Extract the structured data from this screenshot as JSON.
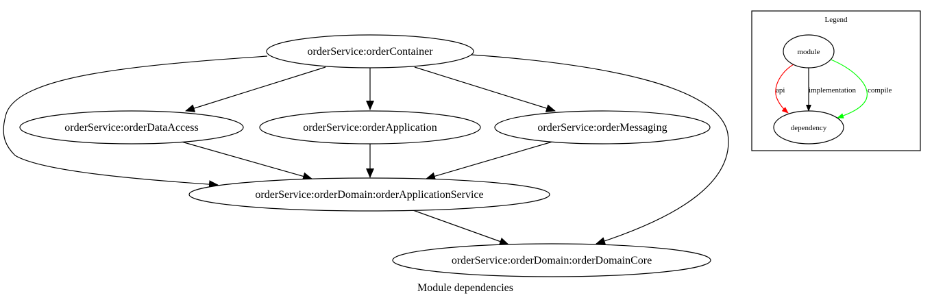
{
  "diagram": {
    "caption": "Module dependencies",
    "nodes": {
      "container": "orderService:orderContainer",
      "data_access": "orderService:orderDataAccess",
      "application": "orderService:orderApplication",
      "messaging": "orderService:orderMessaging",
      "app_service": "orderService:orderDomain:orderApplicationService",
      "domain_core": "orderService:orderDomain:orderDomainCore"
    },
    "edges": [
      {
        "from": "container",
        "to": "data_access",
        "kind": "implementation"
      },
      {
        "from": "container",
        "to": "application",
        "kind": "implementation"
      },
      {
        "from": "container",
        "to": "messaging",
        "kind": "implementation"
      },
      {
        "from": "container",
        "to": "app_service",
        "kind": "implementation"
      },
      {
        "from": "container",
        "to": "domain_core",
        "kind": "implementation"
      },
      {
        "from": "data_access",
        "to": "app_service",
        "kind": "implementation"
      },
      {
        "from": "application",
        "to": "app_service",
        "kind": "implementation"
      },
      {
        "from": "messaging",
        "to": "app_service",
        "kind": "implementation"
      },
      {
        "from": "app_service",
        "to": "domain_core",
        "kind": "implementation"
      }
    ]
  },
  "legend": {
    "title": "Legend",
    "module": "module",
    "dependency": "dependency",
    "api": "api",
    "implementation": "implementation",
    "compile": "compile",
    "colors": {
      "api": "#ff0000",
      "implementation": "#000000",
      "compile": "#00ff00"
    }
  }
}
